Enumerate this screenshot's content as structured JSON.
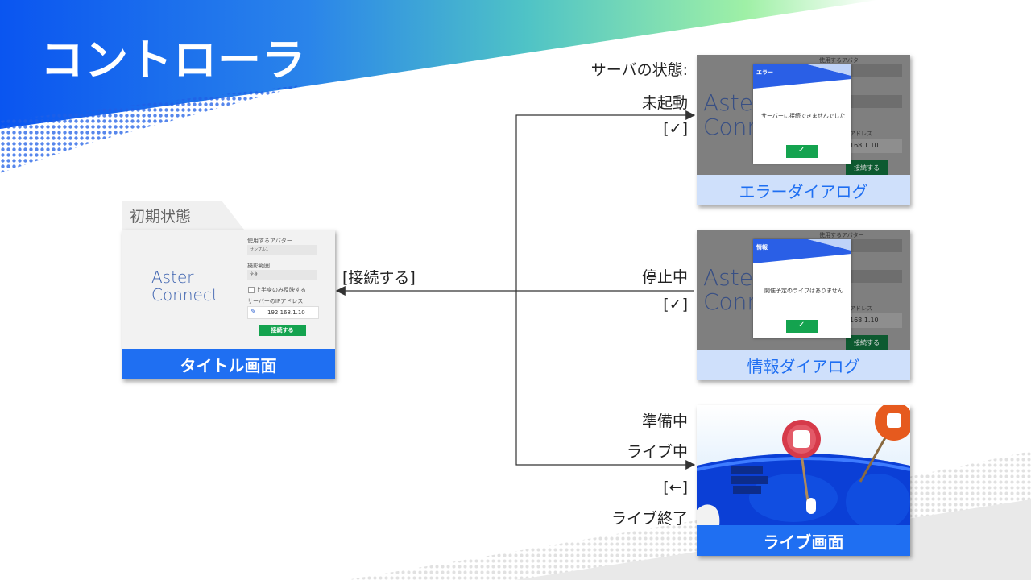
{
  "slide": {
    "title": "コントローラ"
  },
  "initial": {
    "tab_label": "初期状態",
    "form": {
      "avatar_label": "使用するアバター",
      "avatar_value": "サンプル1",
      "mode_label": "撮影範囲",
      "mode_value": "全身",
      "checkbox_label": "上半身のみ反映する",
      "ip_label": "サーバーのIPアドレス",
      "ip_value": "192.168.1.10",
      "connect_button": "接続する"
    },
    "logo_line1": "Aster",
    "logo_line2": "Connect",
    "caption": "タイトル画面"
  },
  "connect_label": "[接続する]",
  "server_state_label": "サーバの状態:",
  "branches": {
    "not_started": {
      "state": "未起動",
      "action": "[✓]"
    },
    "stopped": {
      "state": "停止中",
      "action": "[✓]"
    },
    "preparing": {
      "state": "準備中"
    },
    "live": {
      "state": "ライブ中"
    },
    "back": {
      "action": "[←]"
    },
    "ended": {
      "state": "ライブ終了"
    }
  },
  "error_screen": {
    "dialog_title": "エラー",
    "message": "サーバーに接続できませんでした",
    "caption": "エラーダイアログ",
    "bg_label1": "使用するアバター",
    "bg_label2": "アドレス",
    "bg_ip": "168.1.10",
    "bg_button": "接続する",
    "logo1": "Aster",
    "logo2": "Conn"
  },
  "info_screen": {
    "dialog_title": "情報",
    "message": "開催予定のライブはありません",
    "caption": "情報ダイアログ",
    "bg_label1": "使用するアバター",
    "bg_label2": "アドレス",
    "bg_ip": "168.1.10",
    "bg_button": "接続する",
    "logo1": "Aster",
    "logo2": "Conn"
  },
  "live_screen": {
    "caption": "ライブ画面"
  },
  "colors": {
    "brand_blue": "#1f6ff2",
    "ok_green": "#14a34f",
    "caption_light": "#cfe0fb"
  }
}
